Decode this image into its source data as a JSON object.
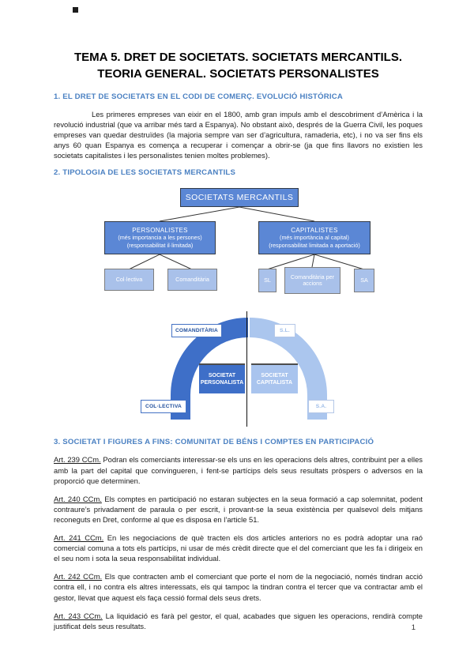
{
  "page": {
    "title_line1": "TEMA 5. DRET DE SOCIETATS. SOCIETATS MERCANTILS.",
    "title_line2": "TEORIA GENERAL. SOCIETATS PERSONALISTES",
    "page_number": "1"
  },
  "colors": {
    "heading_blue": "#4a80c2",
    "tree_box_dark": "#5b87d5",
    "tree_box_light": "#a9c1ea",
    "arch_left": "#3e6fc8",
    "arch_right": "#abc6ee"
  },
  "sections": {
    "s1": {
      "heading": "1. EL DRET DE SOCIETATS EN EL CODI DE COMERÇ. EVOLUCIÓ HISTÓRICA",
      "paragraph": "Les primeres empreses van eixir en el 1800, amb gran impuls amb el descobriment d’Amèrica i la revolució industrial (que va arribar més tard a Espanya). No obstant això, després de la Guerra Civil, les poques empreses van quedar destruïdes (la majoria sempre van ser d’agricultura, ramaderia, etc), i no va ser fins els anys 60 quan Espanya es comença a recuperar i començar a obrir-se (ja que fins llavors no existien les societats capitalistes i les personalistes tenien moltes problemes)."
    },
    "s2": {
      "heading": "2. TIPOLOGIA DE LES SOCIETATS MERCANTILS"
    },
    "s3": {
      "heading": "3. SOCIETAT I FIGURES A FINS: COMUNITAT DE BÉNS I COMPTES EN PARTICIPACIÓ",
      "articles": [
        {
          "lead": "Art. 239 CCm.",
          "text": " Podran els comerciants interessar-se els uns en les operacions dels altres, contribuint per a elles amb la part del capital que convingueren, i fent-se partícips dels seus resultats pròspers o adversos en la proporció que determinen."
        },
        {
          "lead": "Art. 240 CCm.",
          "text": " Els comptes en participació no estaran subjectes en la seua formació a cap solemnitat, podent contraure’s privadament de paraula o per escrit, i provant-se la seua existència per qualsevol dels mitjans reconeguts en Dret, conforme al que es disposa en l’article 51."
        },
        {
          "lead": "Art. 241 CCm.",
          "text": " En les negociacions de què tracten els dos articles anteriors no es podrà adoptar una raó comercial comuna a tots els partícips, ni usar de més crèdit directe que el del comerciant que les fa i dirigeix en el seu nom i sota la seua responsabilitat individual."
        },
        {
          "lead": "Art. 242 CCm.",
          "text": " Els que contracten amb el comerciant que porte el nom de la negociació, només tindran acció contra ell, i no contra els altres interessats, els qui tampoc la tindran contra el tercer que va contractar amb el gestor, llevat que aquest els faça cessió formal dels seus drets."
        },
        {
          "lead": "Art. 243 CCm.",
          "text": " La liquidació es farà pel gestor, el qual, acabades que siguen les operacions, rendirà compte justificat dels seus resultats."
        }
      ]
    }
  },
  "diagram_tree": {
    "root": "SOCIETATS MERCANTILS",
    "left": {
      "title": "PERSONALISTES",
      "note1": "(més importancia a les persones)",
      "note2": "(responsabilitat il·limitada)",
      "children": [
        "Col·lectiva",
        "Comanditària"
      ]
    },
    "right": {
      "title": "CAPITALISTES",
      "note1": "(més importància al capital)",
      "note2": "(responsabilitat limitada a aportació)",
      "children": [
        "SL",
        "Comanditària per accions",
        "SA"
      ]
    }
  },
  "diagram_arch": {
    "top_left_label": "COMANDITÀRIA",
    "top_right_label": "S.L.",
    "center_left_label": "SOCIETAT PERSONALISTA",
    "center_right_label": "SOCIETAT CAPITALISTA",
    "bottom_left_label": "COL·LECTIVA",
    "bottom_right_label": "S.A."
  }
}
